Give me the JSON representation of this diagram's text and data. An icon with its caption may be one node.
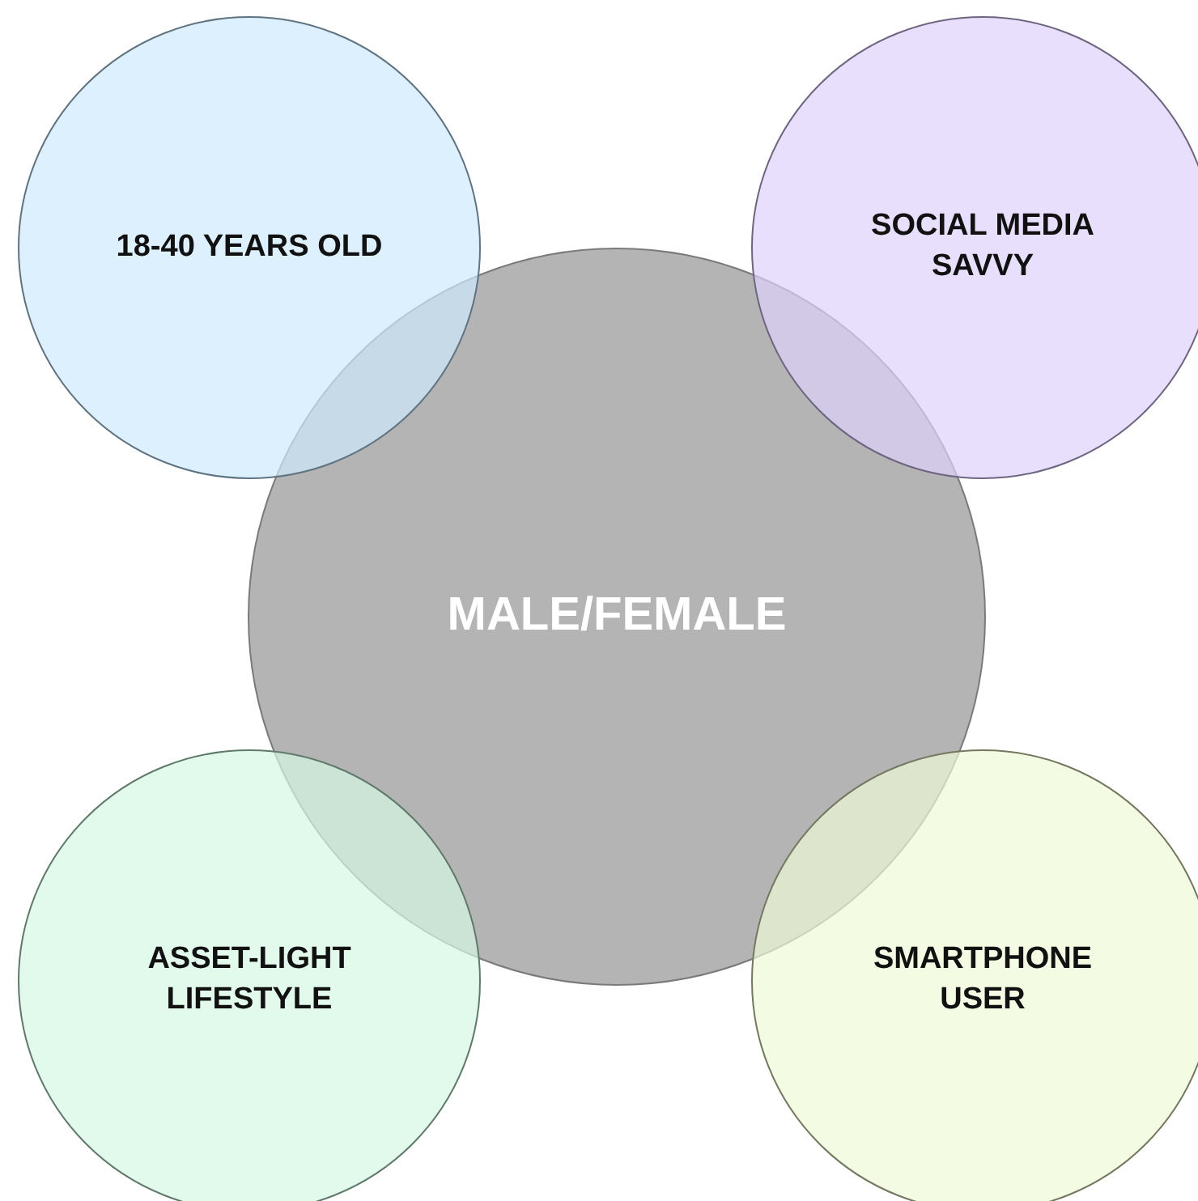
{
  "diagram": {
    "nodes": [
      {
        "text": [
          "18-40 YEARS OLD"
        ]
      },
      {
        "text": [
          "SOCIAL MEDIA SAVVY"
        ]
      },
      {
        "text": [
          "MALE/FEMALE"
        ]
      },
      {
        "text": [
          "ASSET-LIGHT LIFESTYLE"
        ]
      },
      {
        "text": [
          "SMARTPHONE USER"
        ]
      }
    ]
  }
}
